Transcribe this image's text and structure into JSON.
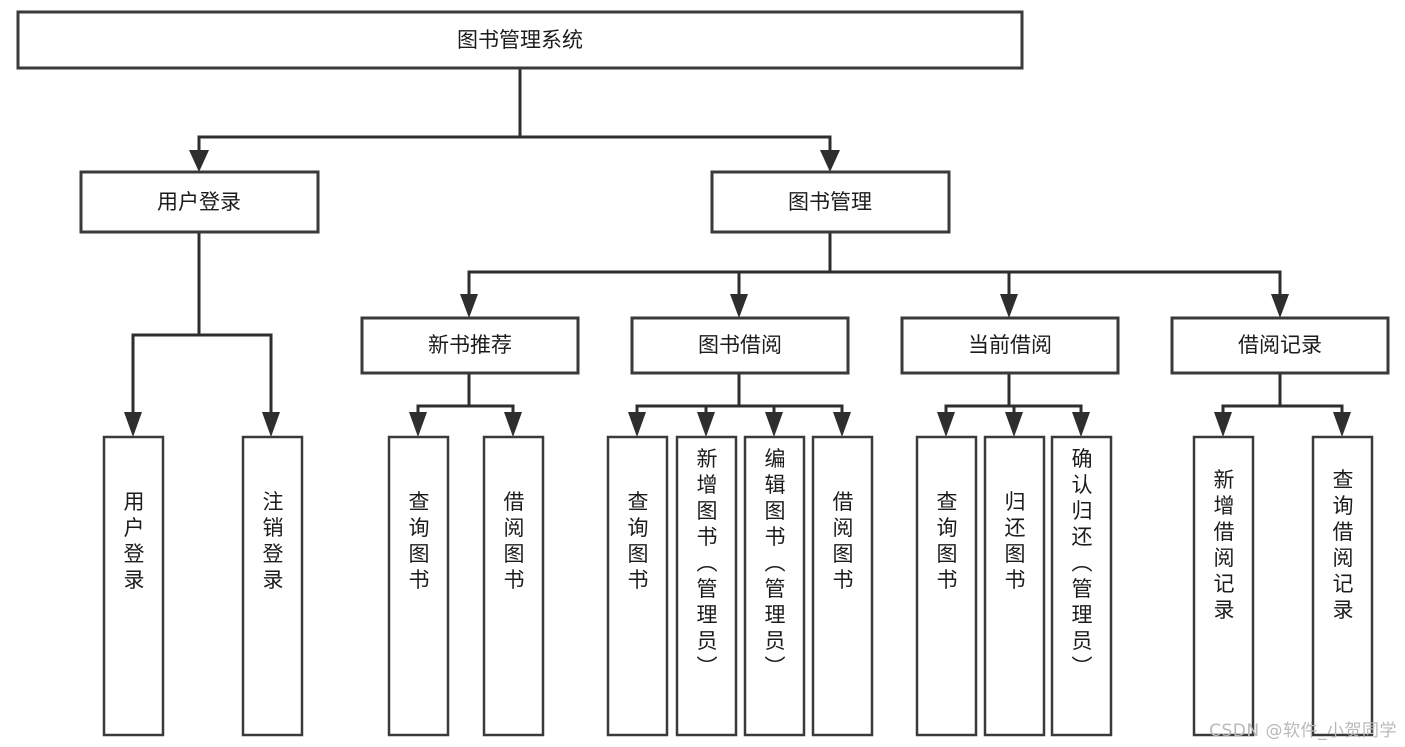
{
  "diagram": {
    "type": "hierarchy-tree",
    "title": "图书管理系统",
    "watermark": "CSDN @软件_小贺同学",
    "levels": {
      "root": {
        "label": "图书管理系统"
      },
      "level2": [
        {
          "id": "user-login",
          "label": "用户登录"
        },
        {
          "id": "book-management",
          "label": "图书管理"
        }
      ],
      "level3": [
        {
          "id": "new-book-recommend",
          "label": "新书推荐",
          "parent": "book-management"
        },
        {
          "id": "book-borrow",
          "label": "图书借阅",
          "parent": "book-management"
        },
        {
          "id": "current-borrow",
          "label": "当前借阅",
          "parent": "book-management"
        },
        {
          "id": "borrow-record",
          "label": "借阅记录",
          "parent": "book-management"
        }
      ],
      "leaves": [
        {
          "id": "leaf-user-login",
          "label": "用户登录",
          "parent": "user-login"
        },
        {
          "id": "leaf-logout-login",
          "label": "注销登录",
          "parent": "user-login"
        },
        {
          "id": "leaf-query-book-1",
          "label": "查询图书",
          "parent": "new-book-recommend"
        },
        {
          "id": "leaf-borrow-book-1",
          "label": "借阅图书",
          "parent": "new-book-recommend"
        },
        {
          "id": "leaf-query-book-2",
          "label": "查询图书",
          "parent": "book-borrow"
        },
        {
          "id": "leaf-add-book",
          "label": "新增图书（管理员）",
          "parent": "book-borrow"
        },
        {
          "id": "leaf-edit-book",
          "label": "编辑图书（管理员）",
          "parent": "book-borrow"
        },
        {
          "id": "leaf-borrow-book-2",
          "label": "借阅图书",
          "parent": "book-borrow"
        },
        {
          "id": "leaf-query-book-3",
          "label": "查询图书",
          "parent": "current-borrow"
        },
        {
          "id": "leaf-return-book",
          "label": "归还图书",
          "parent": "current-borrow"
        },
        {
          "id": "leaf-confirm-return",
          "label": "确认归还（管理员）",
          "parent": "current-borrow"
        },
        {
          "id": "leaf-add-record",
          "label": "新增借阅记录",
          "parent": "borrow-record"
        },
        {
          "id": "leaf-query-record",
          "label": "查询借阅记录",
          "parent": "borrow-record"
        }
      ]
    },
    "colors": {
      "box_stroke": "#3a3a3a",
      "connector": "#2e2e2e",
      "background": "#ffffff",
      "text": "#1c1c1c",
      "watermark": "#b9b9b9"
    }
  }
}
